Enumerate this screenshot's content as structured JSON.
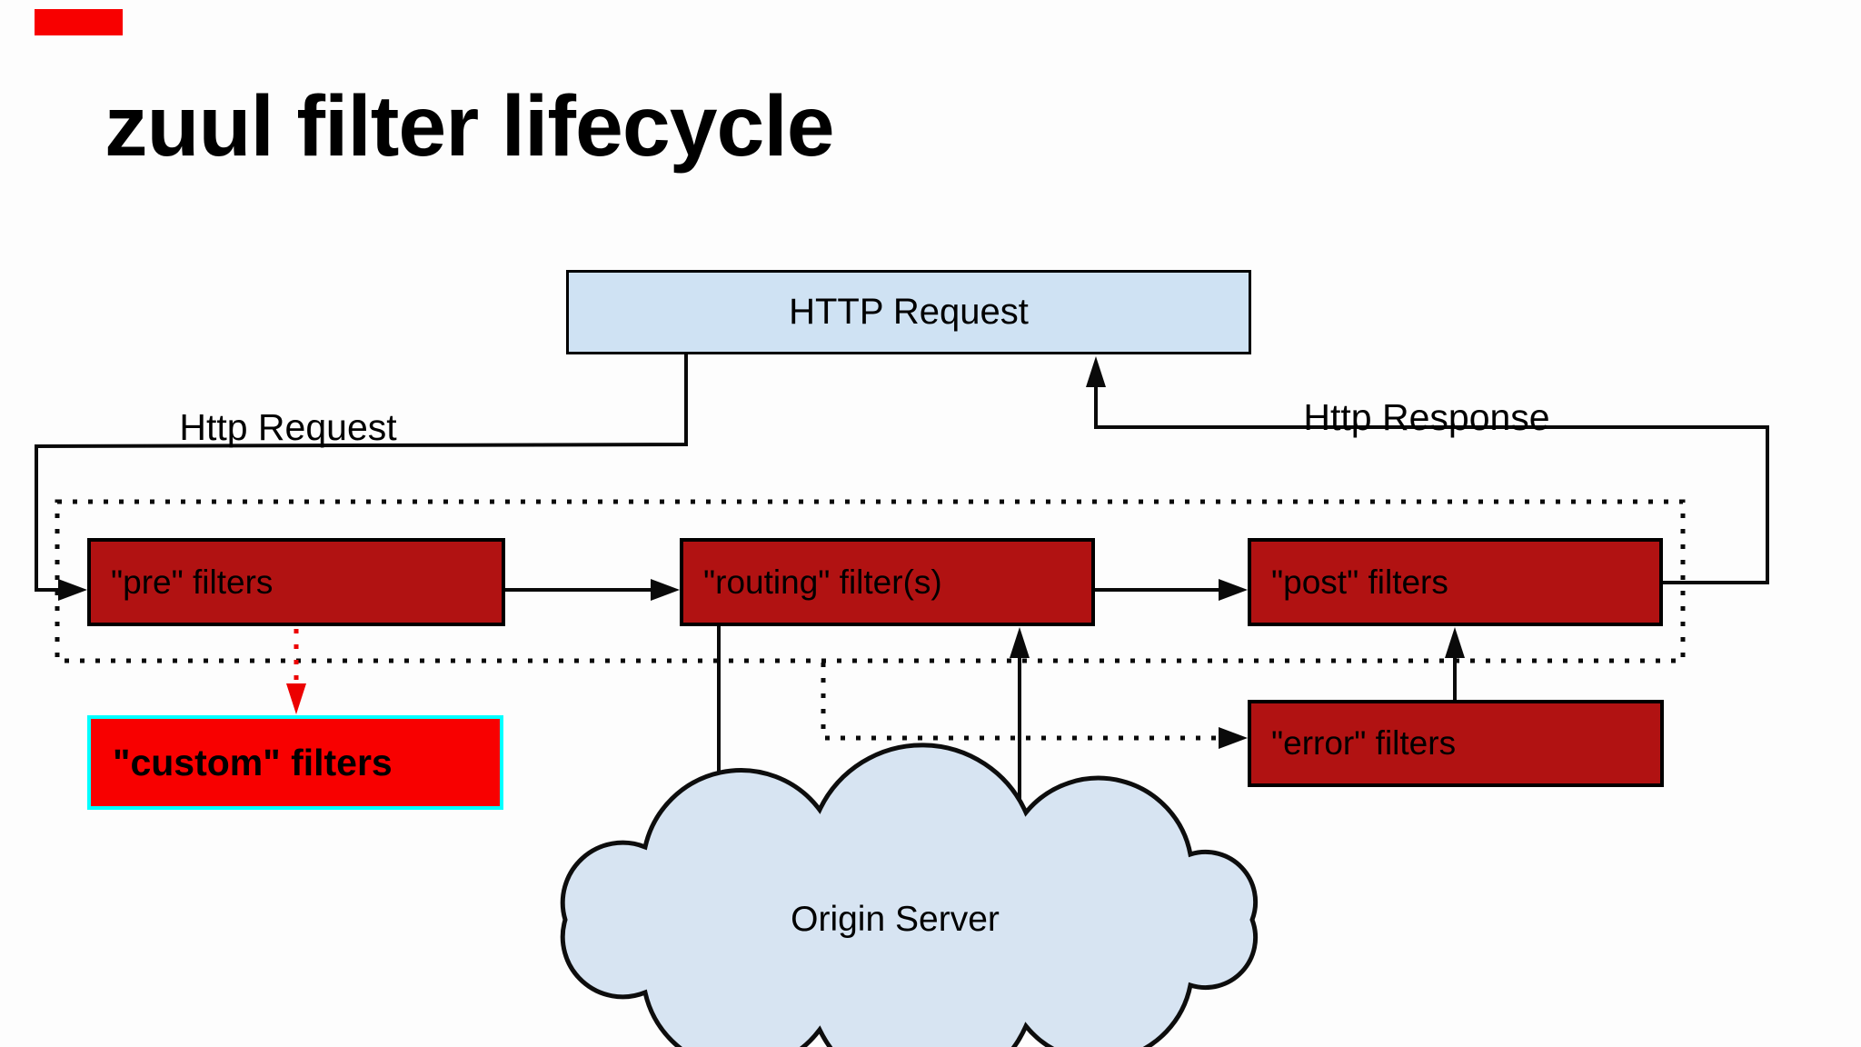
{
  "title": "zuul filter lifecycle",
  "nodes": {
    "http_request": {
      "label": "HTTP Request"
    },
    "pre": {
      "label": "\"pre\" filters"
    },
    "routing": {
      "label": "\"routing\" filter(s)"
    },
    "post": {
      "label": "\"post\" filters"
    },
    "error": {
      "label": "\"error\" filters"
    },
    "custom": {
      "label": "\"custom\" filters"
    },
    "origin_server": {
      "label": "Origin Server"
    }
  },
  "edges": {
    "request_label": "Http Request",
    "response_label": "Http Response"
  },
  "colors": {
    "dark_red": "#b11212",
    "bright_red": "#f80000",
    "cyan": "#00ffff",
    "light_blue": "#cfe2f3",
    "cloud_blue": "#d7e4f2",
    "ink": "#0a0a0a",
    "red_line": "#ec0000"
  }
}
